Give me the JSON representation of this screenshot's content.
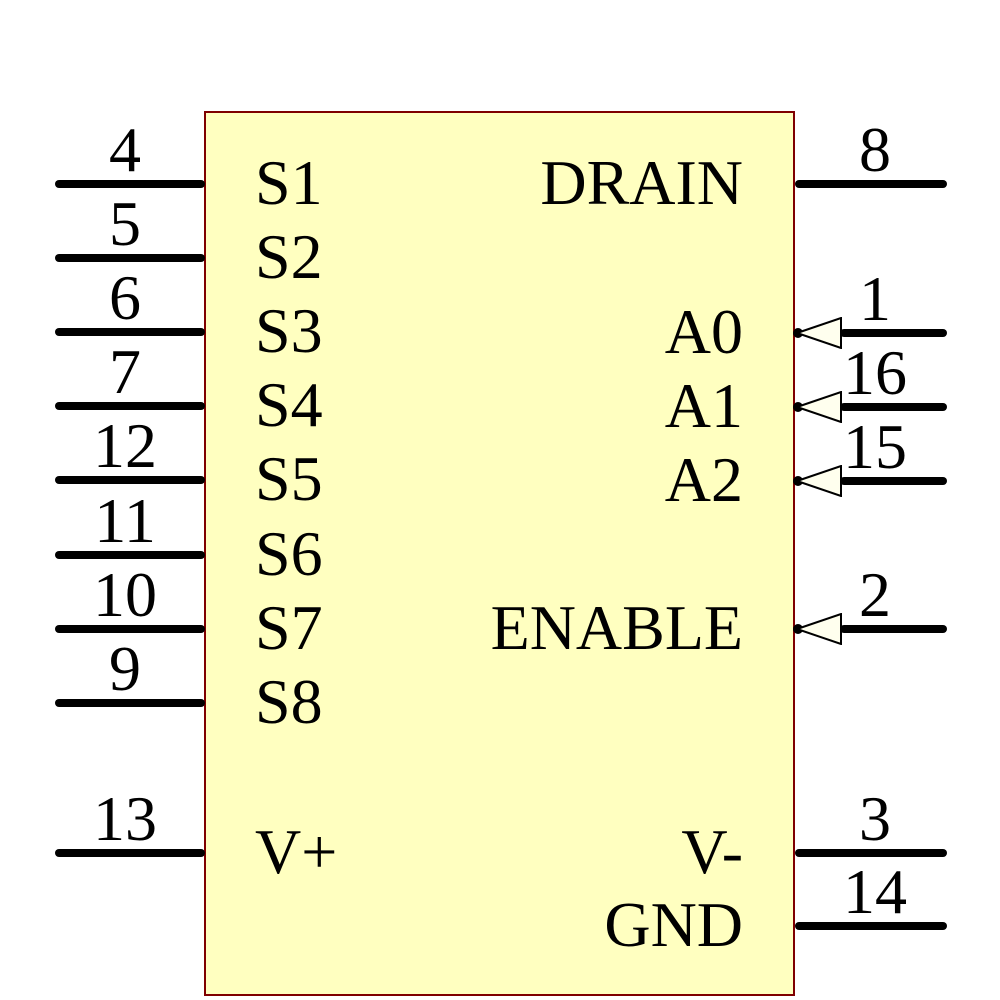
{
  "figure": {
    "type": "ic-schematic-symbol",
    "background": "#FFFFFF",
    "body": {
      "fill": "#FFFFC0",
      "border_color": "#7F0000"
    },
    "arrow": {
      "fill": "#FFFFEE"
    },
    "line_color": "#000000",
    "text_color": "#000000",
    "pins": {
      "left": [
        {
          "number": "4",
          "label": "S1"
        },
        {
          "number": "5",
          "label": "S2"
        },
        {
          "number": "6",
          "label": "S3"
        },
        {
          "number": "7",
          "label": "S4"
        },
        {
          "number": "12",
          "label": "S5"
        },
        {
          "number": "11",
          "label": "S6"
        },
        {
          "number": "10",
          "label": "S7"
        },
        {
          "number": "9",
          "label": "S8"
        },
        {
          "number": "13",
          "label": "V+"
        }
      ],
      "right": [
        {
          "number": "8",
          "label": "DRAIN",
          "arrow": false
        },
        {
          "number": "1",
          "label": "A0",
          "arrow": true
        },
        {
          "number": "16",
          "label": "A1",
          "arrow": true
        },
        {
          "number": "15",
          "label": "A2",
          "arrow": true
        },
        {
          "number": "2",
          "label": "ENABLE",
          "arrow": true
        },
        {
          "number": "3",
          "label": "V-",
          "arrow": false
        },
        {
          "number": "14",
          "label": "GND",
          "arrow": false
        }
      ]
    }
  }
}
